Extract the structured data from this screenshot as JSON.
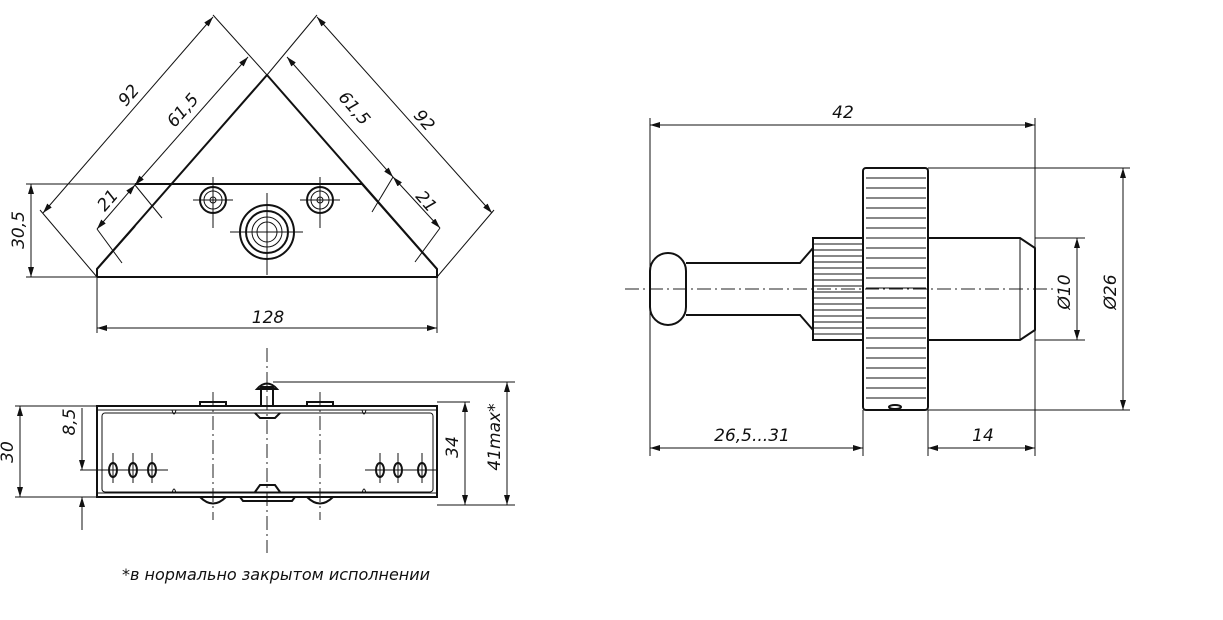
{
  "top_view": {
    "dim_92_left": "92",
    "dim_61_5_left": "61,5",
    "dim_21_left": "21",
    "dim_61_5_right": "61,5",
    "dim_92_right": "92",
    "dim_21_right": "21",
    "dim_30_5": "30,5",
    "dim_128": "128"
  },
  "front_view": {
    "dim_30": "30",
    "dim_8_5": "8,5",
    "dim_34": "34",
    "dim_41max": "41max*"
  },
  "side_view": {
    "dim_42": "42",
    "dim_d10": "Ø10",
    "dim_d26": "Ø26",
    "dim_26_5_31": "26,5...31",
    "dim_14": "14"
  },
  "footnote": "*в нормально закрытом исполнении"
}
